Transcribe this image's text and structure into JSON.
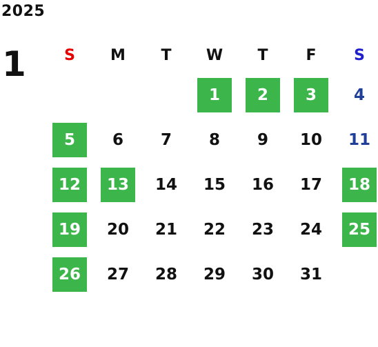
{
  "year": "2025",
  "month": "1",
  "weekdays": [
    {
      "label": "S",
      "kind": "sun"
    },
    {
      "label": "M",
      "kind": ""
    },
    {
      "label": "T",
      "kind": ""
    },
    {
      "label": "W",
      "kind": ""
    },
    {
      "label": "T",
      "kind": ""
    },
    {
      "label": "F",
      "kind": ""
    },
    {
      "label": "S",
      "kind": "sat"
    }
  ],
  "colors": {
    "sunday": "#e60000",
    "saturday_header": "#1f1fd0",
    "saturday_date": "#1f3f99",
    "holiday_bg": "#3cb54a",
    "holiday_text": "#ffffff"
  },
  "weeks": [
    [
      "",
      "",
      "",
      "1",
      "2",
      "3",
      "4"
    ],
    [
      "5",
      "6",
      "7",
      "8",
      "9",
      "10",
      "11"
    ],
    [
      "12",
      "13",
      "14",
      "15",
      "16",
      "17",
      "18"
    ],
    [
      "19",
      "20",
      "21",
      "22",
      "23",
      "24",
      "25"
    ],
    [
      "26",
      "27",
      "28",
      "29",
      "30",
      "31",
      ""
    ]
  ],
  "highlighted_days": [
    "1",
    "2",
    "3",
    "5",
    "12",
    "13",
    "18",
    "19",
    "25",
    "26"
  ]
}
